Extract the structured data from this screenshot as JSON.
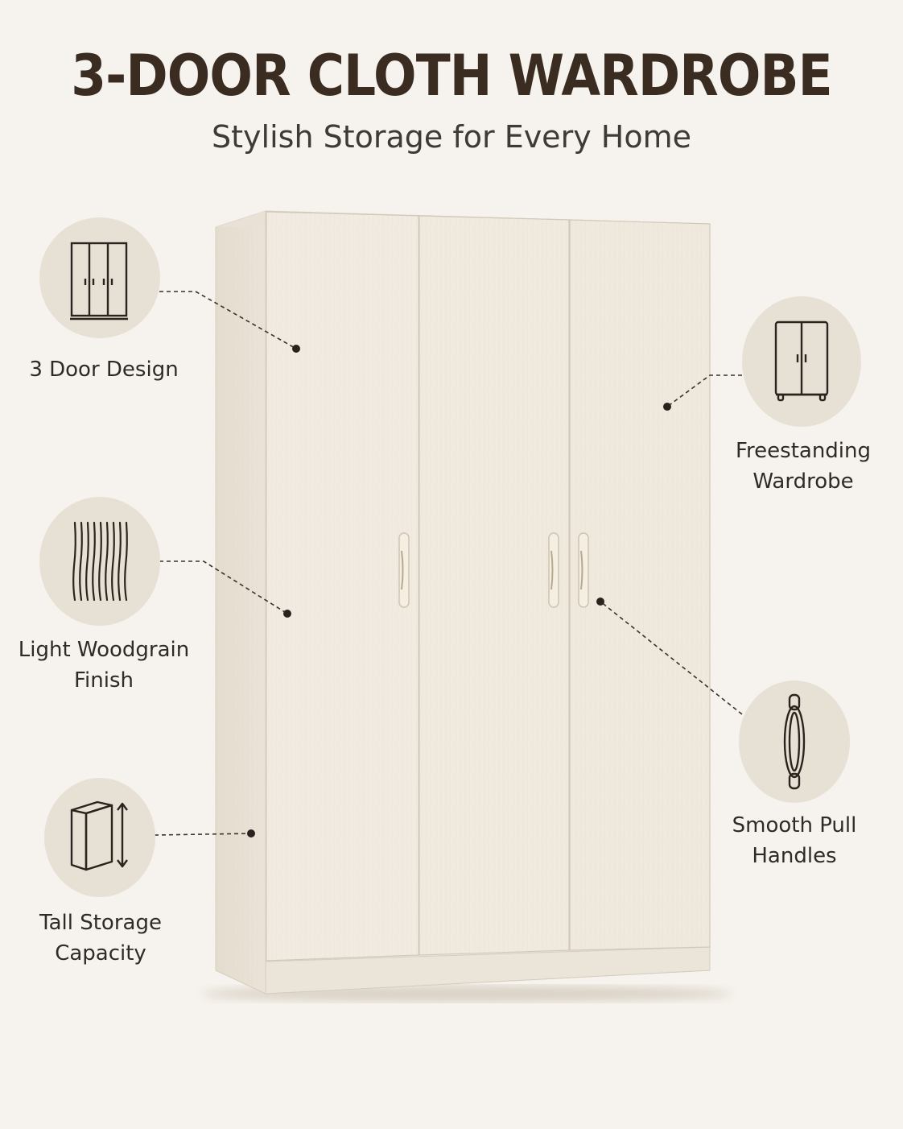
{
  "header": {
    "title": "3-DOOR CLOTH WARDROBE",
    "subtitle": "Stylish Storage for Every Home"
  },
  "features": [
    {
      "label": "3 Door Design",
      "icon": "wardrobe-three-door-icon"
    },
    {
      "label": "Light Woodgrain\nFinish",
      "icon": "woodgrain-icon"
    },
    {
      "label": "Tall Storage\nCapacity",
      "icon": "tall-box-icon"
    },
    {
      "label": "Freestanding\nWardrobe",
      "icon": "freestanding-wardrobe-icon"
    },
    {
      "label": "Smooth Pull\nHandles",
      "icon": "pull-handle-icon"
    }
  ],
  "colors": {
    "background": "#f6f3ee",
    "title": "#3a2c20",
    "subtitle": "#3d3a37",
    "label": "#2f2a25",
    "icon_circle": "#e7e0d5",
    "wardrobe": "#efe8dd"
  }
}
